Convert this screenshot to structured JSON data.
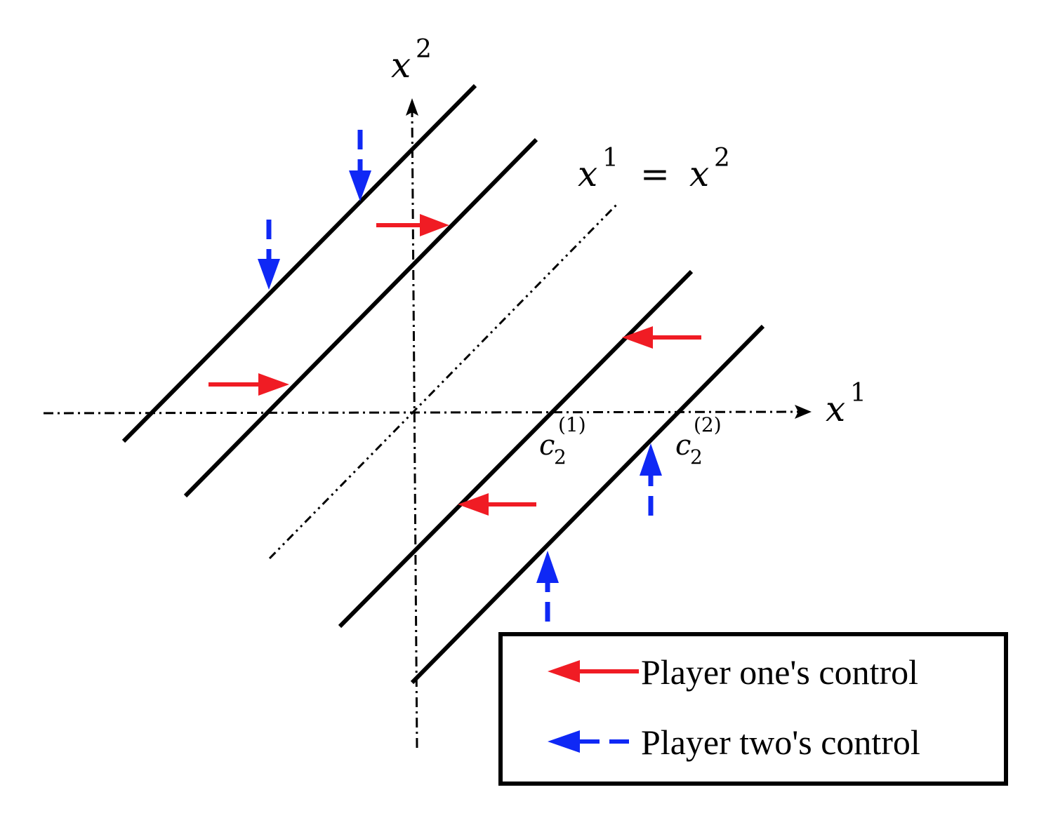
{
  "axes": {
    "x_label": {
      "base": "x",
      "sup": "1"
    },
    "y_label": {
      "base": "x",
      "sup": "2"
    },
    "style": "dash-dot"
  },
  "diagonal": {
    "label": {
      "left_base": "x",
      "left_sup": "1",
      "eq": "=",
      "right_base": "x",
      "right_sup": "2"
    },
    "style": "dash-dot-dot"
  },
  "intercepts": [
    {
      "base": "c",
      "sub": "2",
      "sup": "(1)"
    },
    {
      "base": "c",
      "sub": "2",
      "sup": "(2)"
    }
  ],
  "legend": {
    "items": [
      {
        "label": "Player one's control",
        "color": "#f01c24",
        "style": "solid"
      },
      {
        "label": "Player two's control",
        "color": "#0f28f5",
        "style": "dashed"
      }
    ]
  },
  "colors": {
    "player_one": "#f01c24",
    "player_two": "#0f28f5",
    "lines": "#000000"
  }
}
